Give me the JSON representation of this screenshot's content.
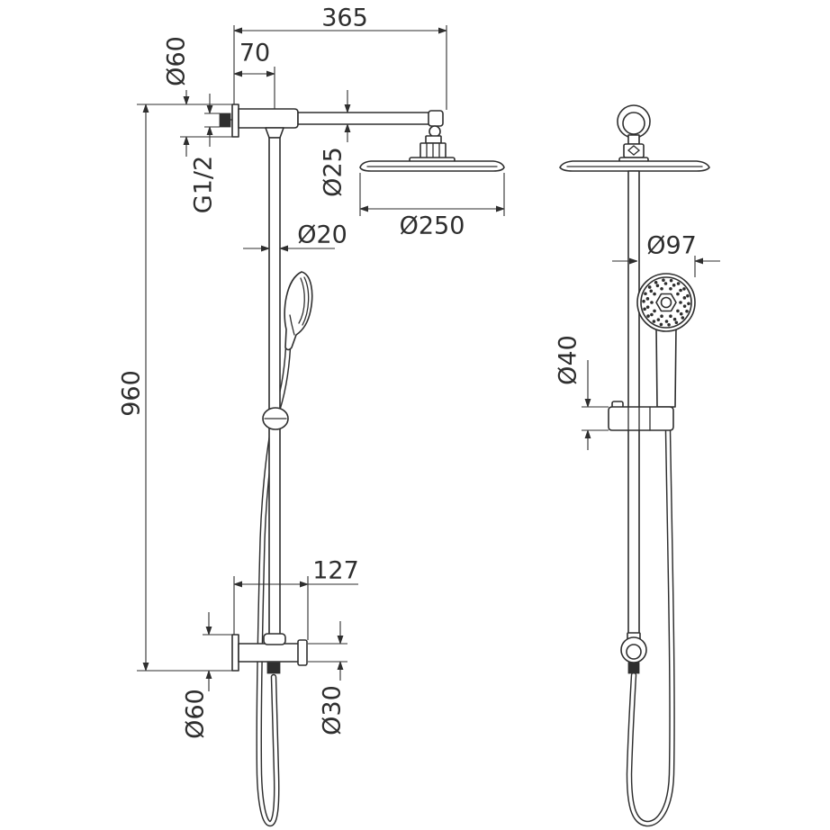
{
  "side_view": {
    "dimensions": {
      "overall_width": "365",
      "arm_offset": "70",
      "top_flange_diameter": "Ø60",
      "inlet_thread": "G1/2",
      "arm_diameter": "Ø25",
      "head_diameter": "Ø250",
      "riser_diameter": "Ø20",
      "overall_height": "960",
      "mixer_projection": "127",
      "bottom_flange_diameter": "Ø60",
      "mixer_diameter": "Ø30"
    }
  },
  "front_view": {
    "dimensions": {
      "hand_shower_diameter": "Ø97",
      "slider_height": "Ø40"
    }
  },
  "colors": {
    "line": "#2e2e2e",
    "background": "#ffffff"
  }
}
